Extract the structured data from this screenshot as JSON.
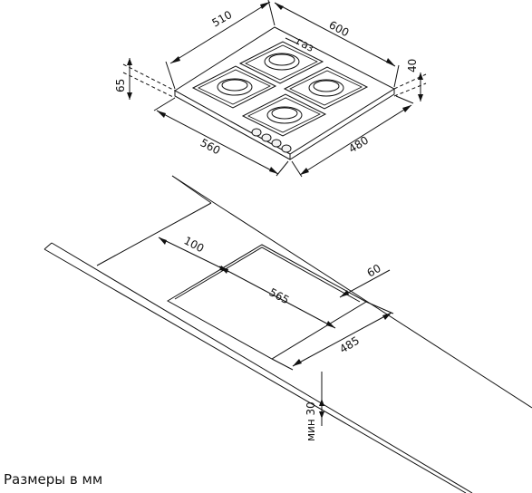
{
  "dimensions": {
    "hob_depth_top": "510",
    "hob_width_top": "600",
    "gas_label": "газ",
    "height_left": "65",
    "height_right": "40",
    "cutout_width_bottom": "560",
    "cutout_depth_bottom": "480",
    "offset_front": "100",
    "offset_back": "60",
    "cutout_width": "565",
    "cutout_depth": "485",
    "min_thickness": "мин 30"
  },
  "caption": "Размеры в мм"
}
